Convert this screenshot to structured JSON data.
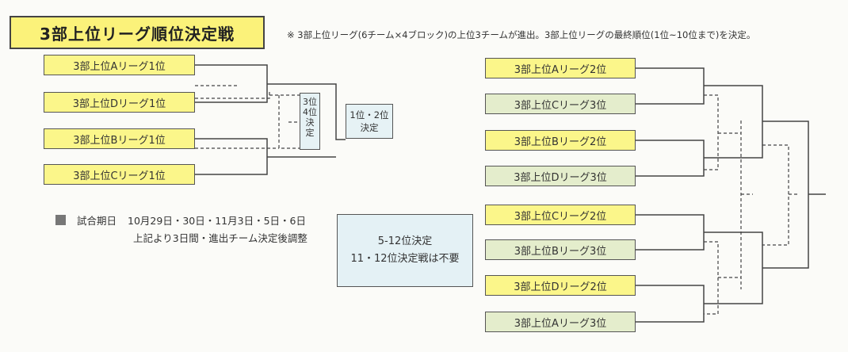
{
  "title": "3部上位リーグ順位決定戦",
  "note": "※ 3部上位リーグ(6チーム×4ブロック)の上位3チームが進出。3部上位リーグの最終順位(1位~10位まで)を決定。",
  "left_bracket": [
    {
      "label": "3部上位Aリーグ1位",
      "color": "#fbf68a"
    },
    {
      "label": "3部上位Dリーグ1位",
      "color": "#fbf68a"
    },
    {
      "label": "3部上位Bリーグ1位",
      "color": "#fbf68a"
    },
    {
      "label": "3部上位Cリーグ1位",
      "color": "#fbf68a"
    }
  ],
  "third_place_box": [
    "3位",
    "4位",
    "決",
    "定"
  ],
  "final_box": {
    "line1": "1位・2位",
    "line2": "決定"
  },
  "schedule": {
    "heading": "試合期日",
    "dates": "10月29日・30日・11月3日・5日・6日",
    "note": "上記より3日間・進出チーム決定後調整"
  },
  "info_box": {
    "line1": "5-12位決定",
    "line2": "11・12位決定戦は不要"
  },
  "right_bracket": [
    {
      "label": "3部上位Aリーグ2位",
      "color": "#fbf68a"
    },
    {
      "label": "3部上位Cリーグ3位",
      "color": "#e4edcc"
    },
    {
      "label": "3部上位Bリーグ2位",
      "color": "#fbf68a"
    },
    {
      "label": "3部上位Dリーグ3位",
      "color": "#e4edcc"
    },
    {
      "label": "3部上位Cリーグ2位",
      "color": "#fbf68a"
    },
    {
      "label": "3部上位Bリーグ3位",
      "color": "#e4edcc"
    },
    {
      "label": "3部上位Dリーグ2位",
      "color": "#fbf68a"
    },
    {
      "label": "3部上位Aリーグ3位",
      "color": "#e4edcc"
    }
  ]
}
